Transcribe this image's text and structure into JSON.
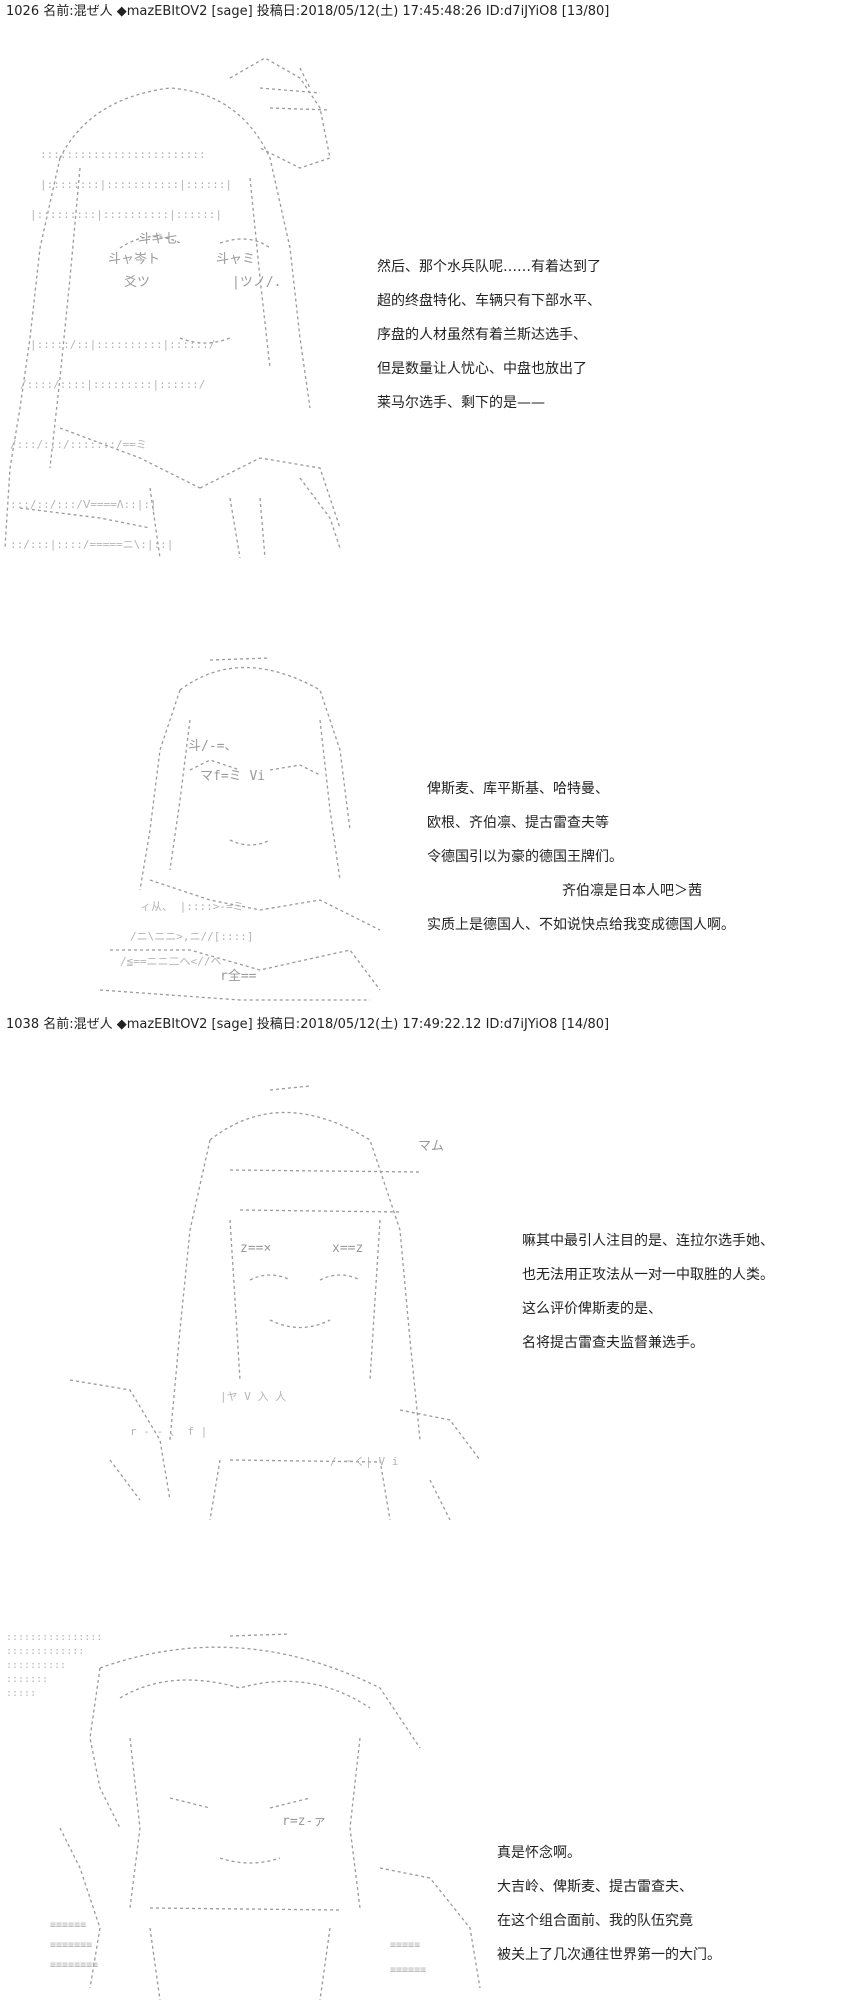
{
  "posts": [
    {
      "header": "1026 名前:混ぜ人 ◆mazEBItOV2 [sage] 投稿日:2018/05/12(土) 17:45:48:26 ID:d7iJYiO8 [13/80]",
      "dialog": [
        "然后、那个水兵队呢……有着达到了",
        "超的终盘特化、车辆只有下部水平、",
        "序盘的人材虽然有着兰斯达选手、",
        "但是数量让人忧心、中盘也放出了",
        "莱马尔选手、剩下的是——"
      ]
    },
    {
      "dialog": [
        "俾斯麦、库平斯基、哈特曼、",
        "欧根、齐伯凛、提古雷查夫等",
        "令德国引以为豪的德国王牌们。",
        "齐伯凛是日本人吧＞茜",
        "实质上是德国人、不如说快点给我变成德国人啊。"
      ]
    },
    {
      "header": "1038 名前:混ぜ人 ◆mazEBItOV2 [sage] 投稿日:2018/05/12(土) 17:49:22.12 ID:d7iJYiO8 [14/80]",
      "dialog": [
        "嘛其中最引人注目的是、连拉尔选手她、",
        "也无法用正攻法从一对一中取胜的人类。",
        "这么评价俾斯麦的是、",
        "名将提古雷查夫监督兼选手。"
      ]
    },
    {
      "dialog": [
        "真是怀念啊。",
        "大吉岭、俾斯麦、提古雷查夫、",
        "在这个组合面前、我的队伍究竟",
        "被关上了几次通往世界第一的大门。"
      ]
    }
  ],
  "art_labels": {
    "a1": "斗キ七",
    "a2": "斗ャ岑ト",
    "a3": "斗ャミ",
    "a4": "爻ツ",
    "a5": "|ツノ/.",
    "b1": "斗/-=、",
    "b2": "マf=ミ Vi",
    "b3": "r全==",
    "c1": "z==×",
    "c2": "x==z",
    "c3": "マム",
    "d1": "r=z-ァ"
  },
  "colors": {
    "art": "#9a9a9a",
    "text": "#222222"
  }
}
